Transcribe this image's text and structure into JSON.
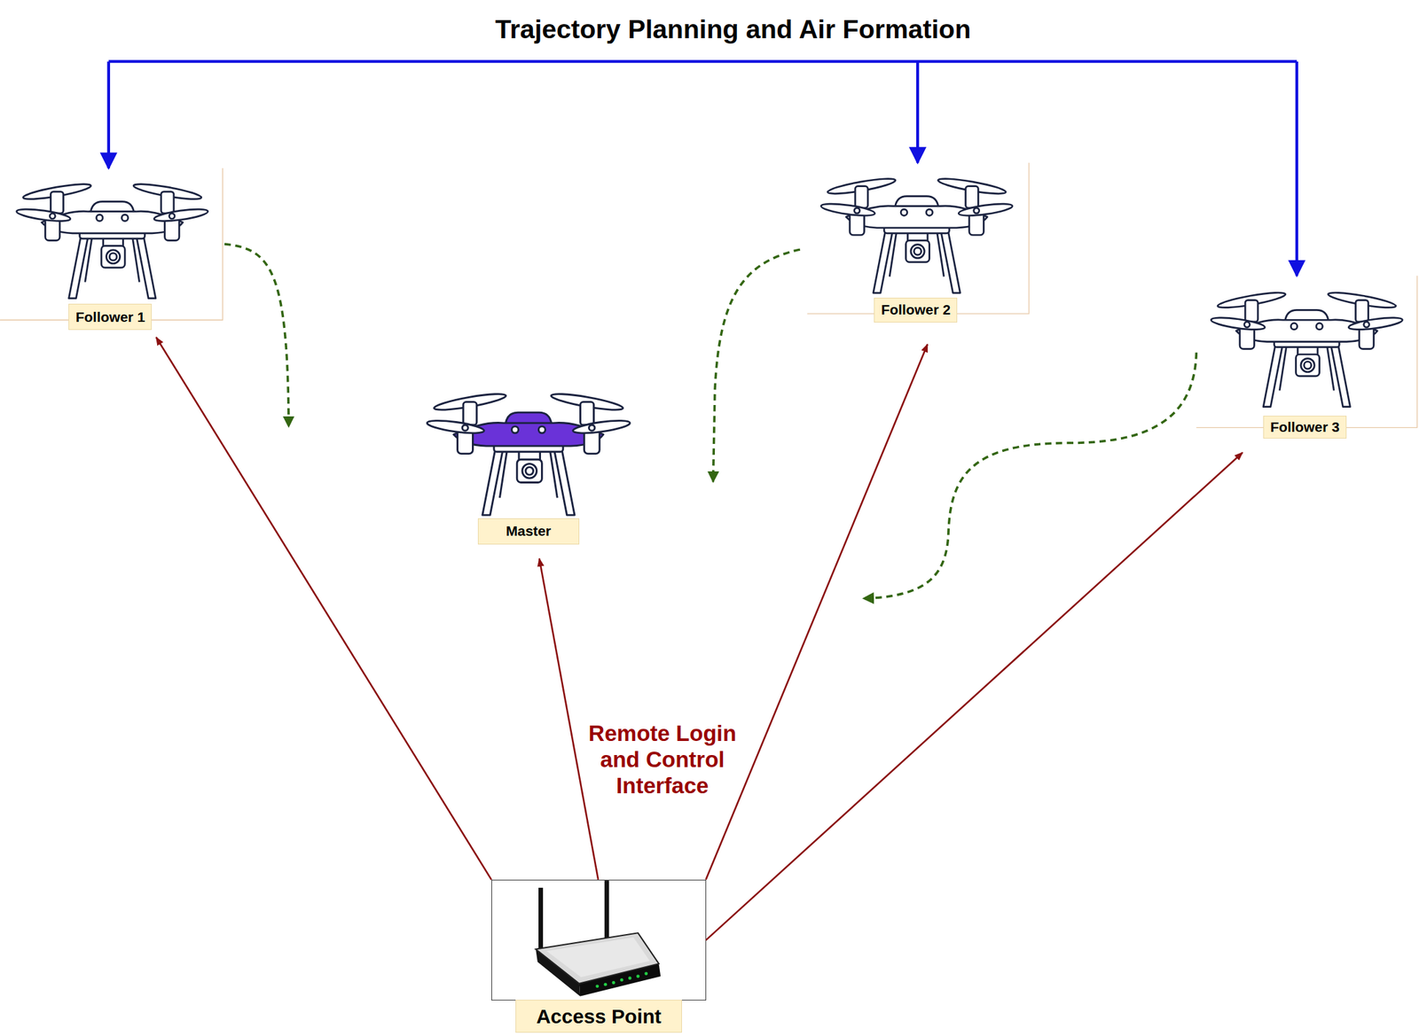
{
  "diagram": {
    "title": "Trajectory Planning and Air Formation",
    "nodes": [
      {
        "text": [
          "Follower 1"
        ]
      },
      {
        "text": [
          "Follower 2"
        ]
      },
      {
        "text": [
          "Follower 3"
        ]
      },
      {
        "text": [
          "Master"
        ]
      },
      {
        "text": [
          "Access Point"
        ]
      }
    ],
    "edges": [
      {
        "from": 4,
        "to": 0,
        "arrow": "to"
      },
      {
        "from": 4,
        "to": 3,
        "arrow": "to",
        "label": "Remote Login and Control Interface"
      },
      {
        "from": 4,
        "to": 1,
        "arrow": "to"
      },
      {
        "from": 4,
        "to": 2,
        "arrow": "to"
      }
    ]
  }
}
